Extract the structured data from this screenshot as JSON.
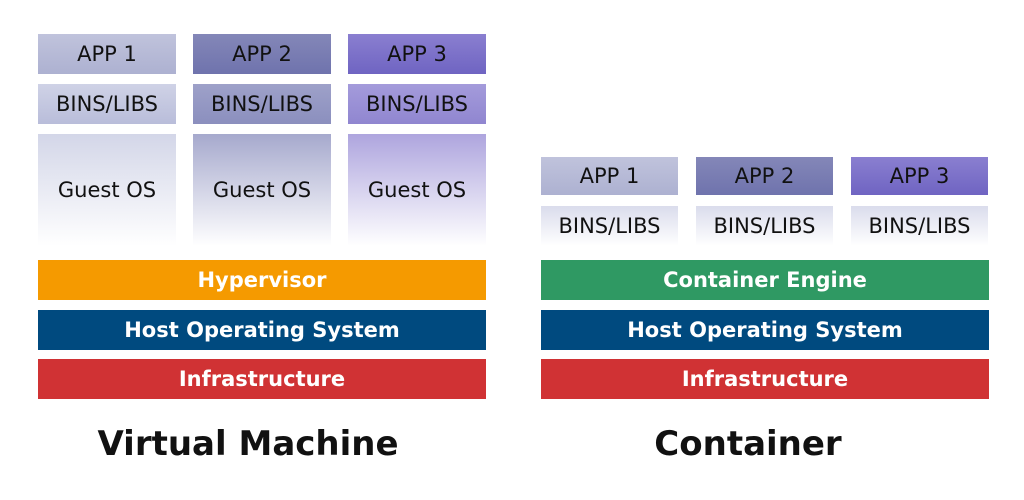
{
  "vm": {
    "caption": "Virtual Machine",
    "columns": [
      {
        "app": "APP 1",
        "bins": "BINS/LIBS",
        "os": "Guest OS"
      },
      {
        "app": "APP 2",
        "bins": "BINS/LIBS",
        "os": "Guest OS"
      },
      {
        "app": "APP 3",
        "bins": "BINS/LIBS",
        "os": "Guest OS"
      }
    ],
    "layers": {
      "hypervisor": "Hypervisor",
      "host_os": "Host Operating System",
      "infrastructure": "Infrastructure"
    }
  },
  "container": {
    "caption": "Container",
    "columns": [
      {
        "app": "APP 1",
        "bins": "BINS/LIBS"
      },
      {
        "app": "APP 2",
        "bins": "BINS/LIBS"
      },
      {
        "app": "APP 3",
        "bins": "BINS/LIBS"
      }
    ],
    "layers": {
      "engine": "Container Engine",
      "host_os": "Host Operating System",
      "infrastructure": "Infrastructure"
    }
  },
  "colors": {
    "hypervisor": "#f59a00",
    "engine": "#2f9963",
    "host_os": "#004a7f",
    "infrastructure": "#d03234"
  }
}
